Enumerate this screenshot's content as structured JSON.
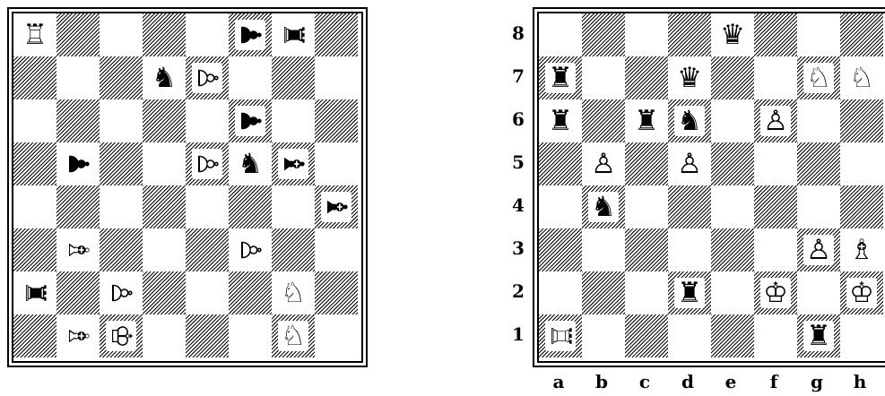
{
  "glyphs": {
    "wK": "♔",
    "wQ": "♕",
    "wR": "♖",
    "wB": "♗",
    "wN": "♘",
    "wP": "♙",
    "bK": "♚",
    "bQ": "♛",
    "bR": "♜",
    "bB": "♝",
    "bN": "♞",
    "bP": "♟"
  },
  "left_board": {
    "pieces": [
      {
        "square": "a8",
        "piece": "wR",
        "rotated": false
      },
      {
        "square": "f8",
        "piece": "bP",
        "rotated": true
      },
      {
        "square": "g8",
        "piece": "bR",
        "rotated": true
      },
      {
        "square": "d7",
        "piece": "bN",
        "rotated": false
      },
      {
        "square": "e7",
        "piece": "wP",
        "rotated": true
      },
      {
        "square": "f6",
        "piece": "bP",
        "rotated": true
      },
      {
        "square": "b5",
        "piece": "bP",
        "rotated": true
      },
      {
        "square": "e5",
        "piece": "wP",
        "rotated": true
      },
      {
        "square": "f5",
        "piece": "bN",
        "rotated": false
      },
      {
        "square": "g5",
        "piece": "bB",
        "rotated": true
      },
      {
        "square": "h4",
        "piece": "bB",
        "rotated": true
      },
      {
        "square": "b3",
        "piece": "wB",
        "rotated": true
      },
      {
        "square": "f3",
        "piece": "wP",
        "rotated": true
      },
      {
        "square": "a2",
        "piece": "bR",
        "rotated": true
      },
      {
        "square": "c2",
        "piece": "wP",
        "rotated": true
      },
      {
        "square": "g2",
        "piece": "wN",
        "rotated": false
      },
      {
        "square": "b1",
        "piece": "wB",
        "rotated": true
      },
      {
        "square": "c1",
        "piece": "wK",
        "rotated": true
      },
      {
        "square": "g1",
        "piece": "wN",
        "rotated": false
      }
    ]
  },
  "right_board": {
    "ranks": [
      "8",
      "7",
      "6",
      "5",
      "4",
      "3",
      "2",
      "1"
    ],
    "files": [
      "a",
      "b",
      "c",
      "d",
      "e",
      "f",
      "g",
      "h"
    ],
    "pieces": [
      {
        "square": "e8",
        "piece": "bQ",
        "rotated": false
      },
      {
        "square": "a7",
        "piece": "bR",
        "rotated": false
      },
      {
        "square": "d7",
        "piece": "bQ",
        "rotated": false
      },
      {
        "square": "g7",
        "piece": "wN",
        "rotated": false
      },
      {
        "square": "h7",
        "piece": "wN",
        "rotated": false
      },
      {
        "square": "a6",
        "piece": "bR",
        "rotated": false
      },
      {
        "square": "c6",
        "piece": "bR",
        "rotated": false
      },
      {
        "square": "d6",
        "piece": "bN",
        "rotated": false
      },
      {
        "square": "f6",
        "piece": "wP",
        "rotated": false
      },
      {
        "square": "b5",
        "piece": "wP",
        "rotated": false
      },
      {
        "square": "d5",
        "piece": "wP",
        "rotated": false
      },
      {
        "square": "b4",
        "piece": "bN",
        "rotated": false
      },
      {
        "square": "g3",
        "piece": "wP",
        "rotated": false
      },
      {
        "square": "h3",
        "piece": "wB",
        "rotated": false
      },
      {
        "square": "d2",
        "piece": "bR",
        "rotated": false
      },
      {
        "square": "f2",
        "piece": "wK",
        "rotated": false
      },
      {
        "square": "h2",
        "piece": "wK",
        "rotated": false
      },
      {
        "square": "a1",
        "piece": "wR",
        "rotated": true
      },
      {
        "square": "g1",
        "piece": "bR",
        "rotated": false
      }
    ]
  }
}
